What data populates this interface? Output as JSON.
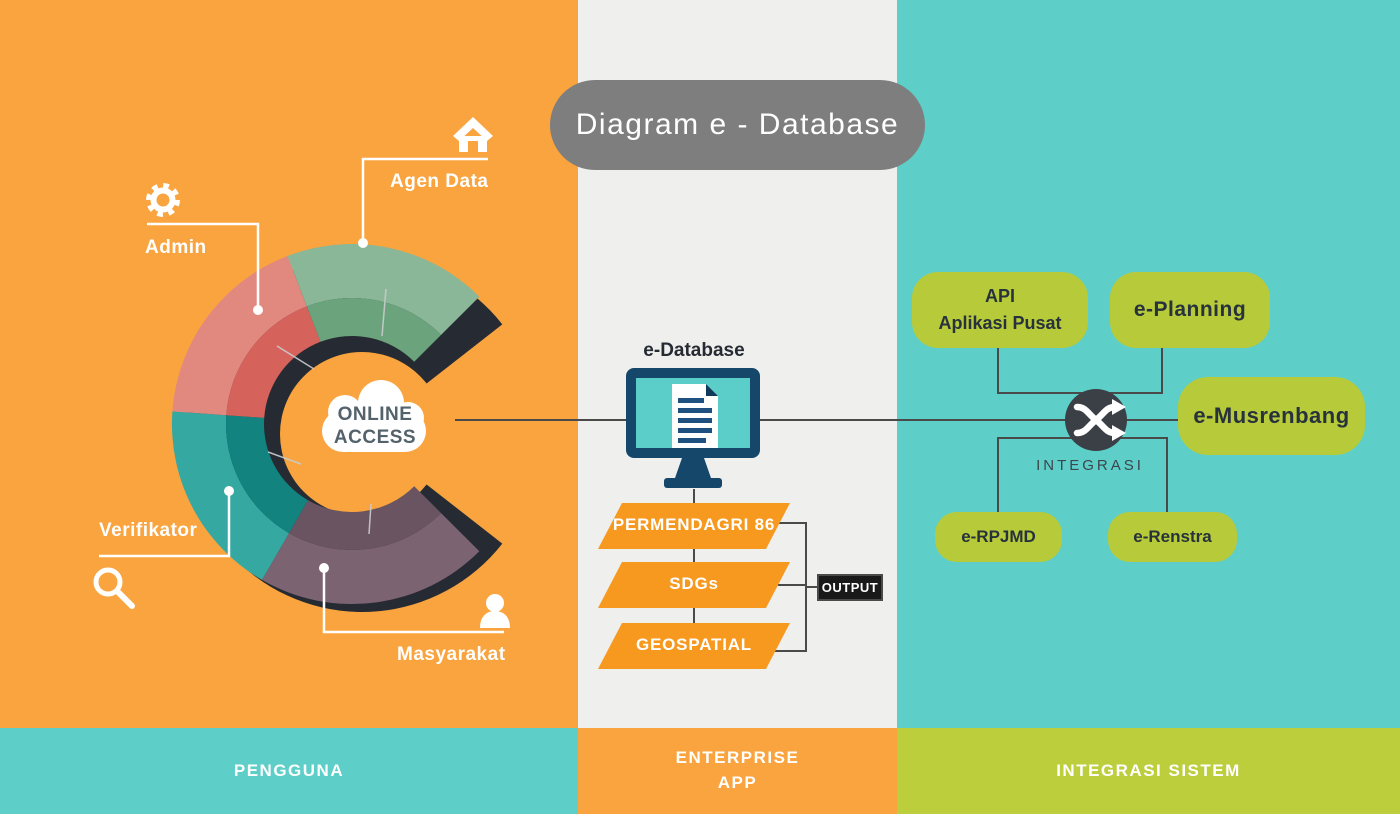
{
  "title": "Diagram e - Database",
  "pengguna": {
    "cloud_line1": "ONLINE",
    "cloud_line2": "ACCESS",
    "segments": [
      {
        "label": "Admin",
        "icon": "gear-icon",
        "color_outer": "#E2897F",
        "color_inner": "#D6625C"
      },
      {
        "label": "Agen Data",
        "icon": "house-icon",
        "color_outer": "#8AB797",
        "color_inner": "#6BA37D"
      },
      {
        "label": "Verifikator",
        "icon": "magnifier-icon",
        "color_outer": "#34A8A1",
        "color_inner": "#12837E"
      },
      {
        "label": "Masyarakat",
        "icon": "person-icon",
        "color_outer": "#7C6372",
        "color_inner": "#6A5461"
      }
    ]
  },
  "enterprise": {
    "monitor_label": "e-Database",
    "flow_items": [
      "PERMENDAGRI 86",
      "SDGs",
      "GEOSPATIAL"
    ],
    "output_label": "OUTPUT"
  },
  "integrasi": {
    "api_line1": "API",
    "api_line2": "Aplikasi Pusat",
    "planning": "e-Planning",
    "musrenbang": "e-Musrenbang",
    "rpjmd": "e-RPJMD",
    "renstra": "e-Renstra",
    "hub_label": "INTEGRASI",
    "hub_icon": "shuffle-icon"
  },
  "footer": {
    "pengguna": "PENGGUNA",
    "enterprise_line1": "ENTERPRISE",
    "enterprise_line2": "APP",
    "integrasi": "INTEGRASI SISTEM"
  },
  "colors": {
    "left_column": "#F9A43E",
    "middle_column": "#EFEFEE",
    "right_column": "#5DCEC8",
    "footer_right": "#BCCE3B",
    "node_box": "#B7CA39",
    "title_pill": "#7E7E7E",
    "connector": "#4A4A4A",
    "monitor_navy": "#15476B",
    "ring_dark": "#262B33",
    "flow_orange": "#F6991E",
    "output_black": "#191919"
  }
}
